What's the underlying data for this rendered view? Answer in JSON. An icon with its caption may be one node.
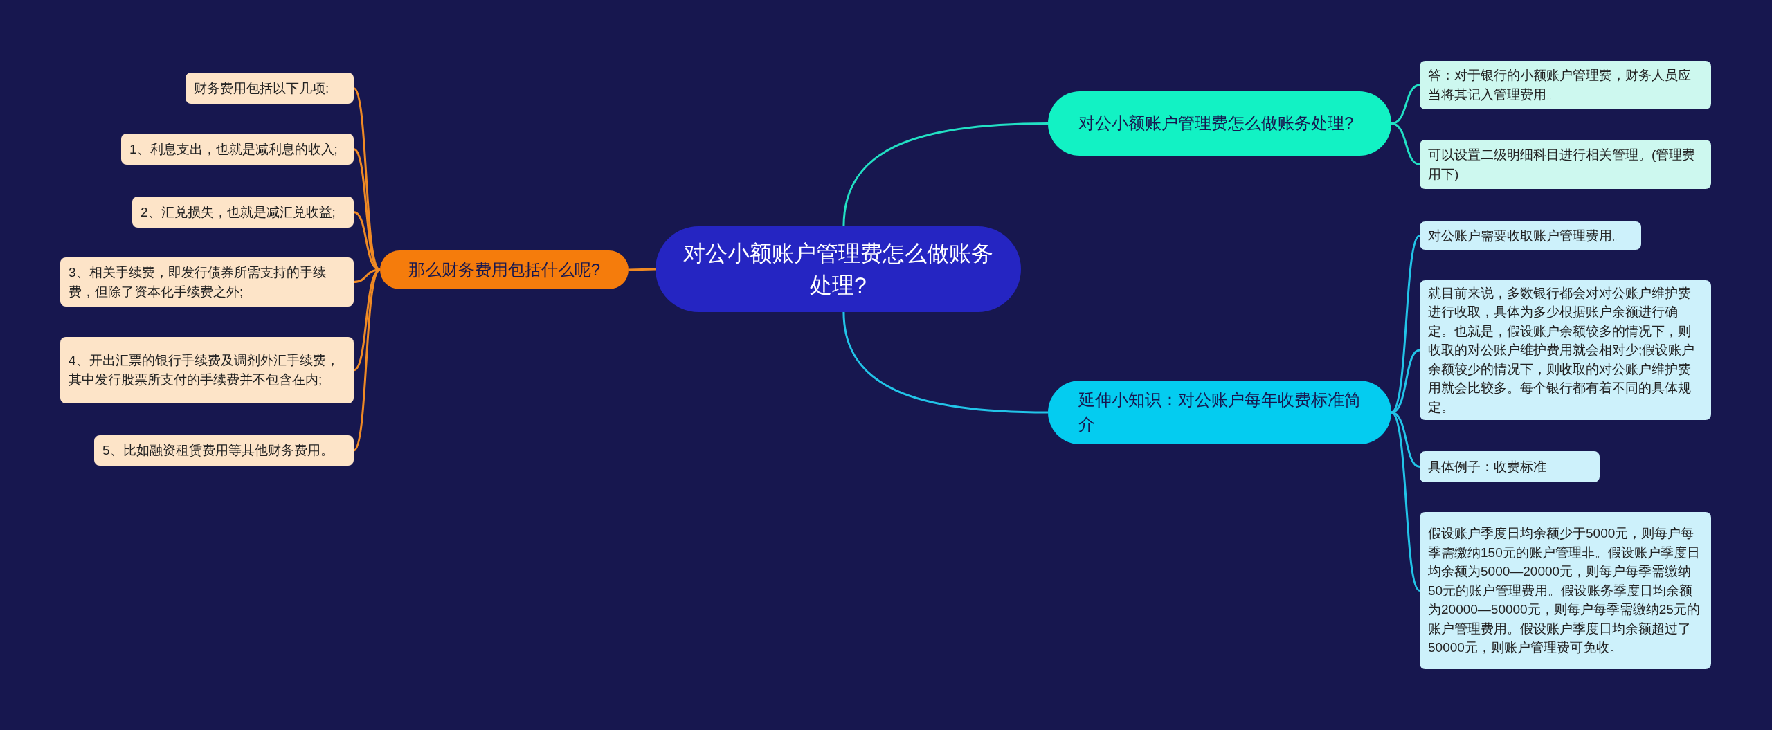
{
  "diagram": {
    "nodes": [
      {
        "text": [
          "对公小额账户管理费怎么做账务处理?"
        ]
      },
      {
        "text": [
          "那么财务费用包括什么呢?"
        ]
      },
      {
        "text": [
          "财务费用包括以下几项:"
        ]
      },
      {
        "text": [
          "1、利息支出，也就是减利息的收入;"
        ]
      },
      {
        "text": [
          "2、汇兑损失，也就是减汇兑收益;"
        ]
      },
      {
        "text": [
          "3、相关手续费，即发行债券所需支持的手续费，但除了资本化手续费之外;"
        ]
      },
      {
        "text": [
          "4、开出汇票的银行手续费及调剂外汇手续费，其中发行股票所支付的手续费并不包含在内;"
        ]
      },
      {
        "text": [
          "5、比如融资租赁费用等其他财务费用。"
        ]
      },
      {
        "text": [
          "对公小额账户管理费怎么做账务处理?"
        ]
      },
      {
        "text": [
          "答：对于银行的小额账户管理费，财务人员应当将其记入管理费用。"
        ]
      },
      {
        "text": [
          "可以设置二级明细科目进行相关管理。(管理费用下)"
        ]
      },
      {
        "text": [
          "延伸小知识：对公账户每年收费标准简介"
        ]
      },
      {
        "text": [
          "对公账户需要收取账户管理费用。"
        ]
      },
      {
        "text": [
          "就目前来说，多数银行都会对对公账户维护费进行收取，具体为多少根据账户余额进行确定。也就是，假设账户余额较多的情况下，则收取的对公账户维护费用就会相对少;假设账户余额较少的情况下，则收取的对公账户维护费用就会比较多。每个银行都有着不同的具体规定。"
        ]
      },
      {
        "text": [
          "具体例子：收费标准"
        ]
      },
      {
        "text": [
          "假设账户季度日均余额少于5000元，则每户每季需缴纳150元的账户管理非。假设账户季度日均余额为5000—20000元，则每户每季需缴纳50元的账户管理费用。假设账务季度日均余额为20000—50000元，则每户每季需缴纳25元的账户管理费用。假设账户季度日均余额超过了50000元，则账户管理费可免收。"
        ]
      }
    ],
    "edges": [
      {
        "from": 0,
        "to": 1,
        "arrow": "none",
        "color": "#f08a24"
      },
      {
        "from": 1,
        "to": 2,
        "arrow": "none",
        "color": "#f08a24"
      },
      {
        "from": 1,
        "to": 3,
        "arrow": "none",
        "color": "#f08a24"
      },
      {
        "from": 1,
        "to": 4,
        "arrow": "none",
        "color": "#f08a24"
      },
      {
        "from": 1,
        "to": 5,
        "arrow": "none",
        "color": "#f08a24"
      },
      {
        "from": 1,
        "to": 6,
        "arrow": "none",
        "color": "#f08a24"
      },
      {
        "from": 1,
        "to": 7,
        "arrow": "none",
        "color": "#f08a24"
      },
      {
        "from": 0,
        "to": 8,
        "arrow": "none",
        "color": "#22e0c4"
      },
      {
        "from": 8,
        "to": 9,
        "arrow": "none",
        "color": "#22e0c4"
      },
      {
        "from": 8,
        "to": 10,
        "arrow": "none",
        "color": "#22e0c4"
      },
      {
        "from": 0,
        "to": 11,
        "arrow": "none",
        "color": "#22c4e8"
      },
      {
        "from": 11,
        "to": 12,
        "arrow": "none",
        "color": "#22c4e8"
      },
      {
        "from": 11,
        "to": 13,
        "arrow": "none",
        "color": "#22c4e8"
      },
      {
        "from": 11,
        "to": 14,
        "arrow": "none",
        "color": "#22c4e8"
      },
      {
        "from": 11,
        "to": 15,
        "arrow": "none",
        "color": "#22c4e8"
      }
    ]
  }
}
